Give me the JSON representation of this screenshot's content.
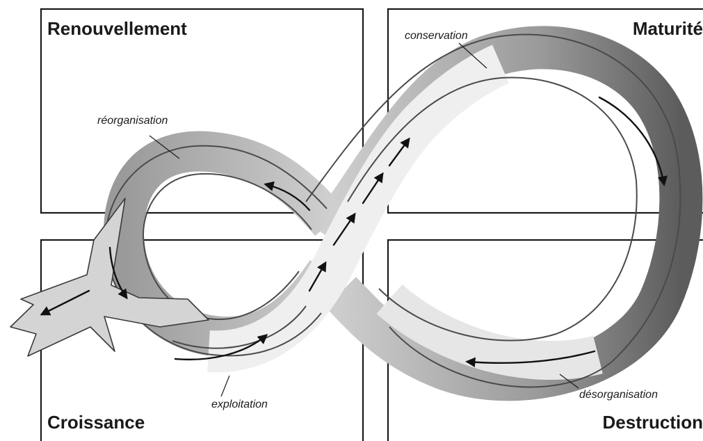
{
  "quadrants": {
    "renouvellement": "Renouvellement",
    "maturite": "Maturité",
    "croissance": "Croissance",
    "destruction": "Destruction"
  },
  "phases": {
    "conservation": "conservation",
    "reorganisation": "réorganisation",
    "exploitation": "exploitation",
    "desorganisation": "désorganisation"
  }
}
